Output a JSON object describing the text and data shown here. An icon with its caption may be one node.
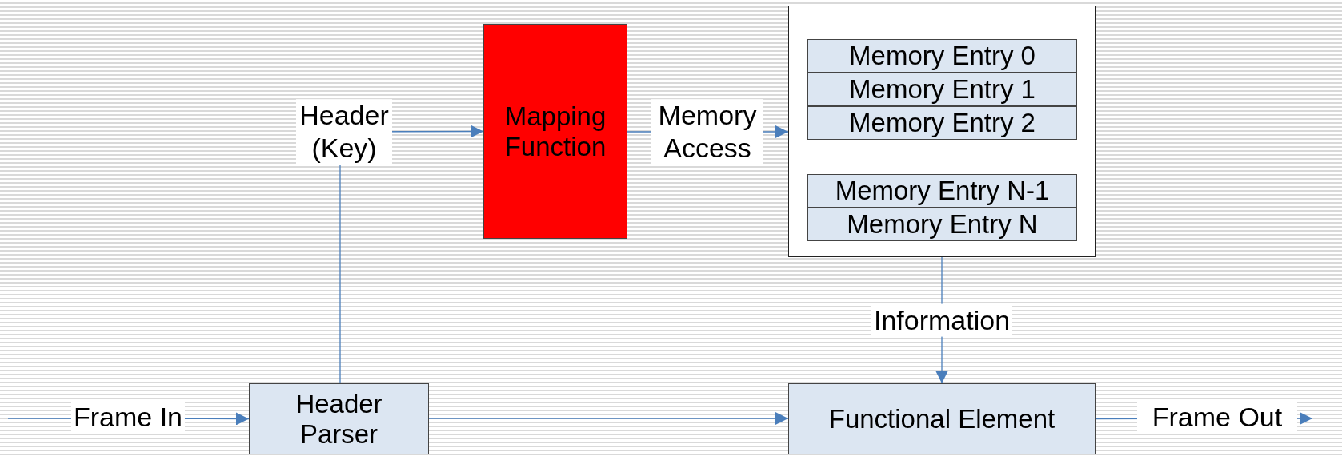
{
  "diagram": {
    "nodes": [
      {
        "text": [
          "Mapping Function"
        ]
      },
      {
        "text": [],
        "shape": "box"
      },
      {
        "text": [
          "Memory Entry 0"
        ],
        "in": 1
      },
      {
        "text": [
          "Memory Entry 1"
        ],
        "in": 1
      },
      {
        "text": [
          "Memory Entry 2"
        ],
        "in": 1
      },
      {
        "text": [
          "Memory Entry N-1"
        ],
        "in": 1
      },
      {
        "text": [
          "Memory Entry N"
        ],
        "in": 1
      },
      {
        "text": [
          "Header Parser"
        ]
      },
      {
        "text": [
          "Functional Element"
        ]
      }
    ],
    "edges": [
      {
        "from": null,
        "to": 7,
        "arrow": "to",
        "label": "Frame In"
      },
      {
        "from": 7,
        "to": 0,
        "arrow": "to",
        "label": "Header (Key)"
      },
      {
        "from": 0,
        "to": 1,
        "arrow": "to",
        "label": "Memory Access"
      },
      {
        "from": 1,
        "to": 8,
        "arrow": "to",
        "label": "Information"
      },
      {
        "from": 7,
        "to": 8,
        "arrow": "to"
      },
      {
        "from": 8,
        "to": null,
        "arrow": "to",
        "label": "Frame Out"
      }
    ]
  }
}
